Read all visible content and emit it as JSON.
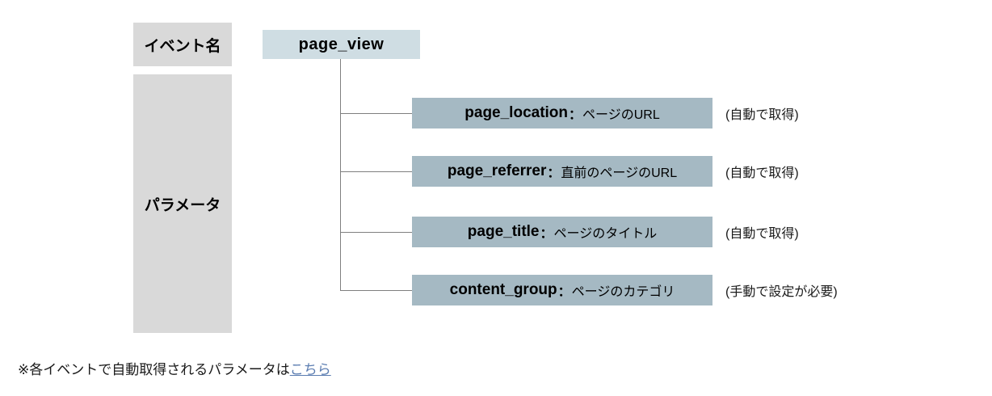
{
  "diagram": {
    "event_label": "イベント名",
    "param_label": "パラメータ",
    "event_name": "page_view",
    "parameters": [
      {
        "name": "page_location",
        "separator": "：",
        "desc": "ページのURL",
        "note": "(自動で取得)"
      },
      {
        "name": "page_referrer",
        "separator": "：",
        "desc": "直前のページのURL",
        "note": "(自動で取得)"
      },
      {
        "name": "page_title",
        "separator": "：",
        "desc": "ページのタイトル",
        "note": "(自動で取得)"
      },
      {
        "name": "content_group",
        "separator": "：",
        "desc": "ページのカテゴリ",
        "note": "(手動で設定が必要)"
      }
    ]
  },
  "footer": {
    "note_prefix": "※各イベントで自動取得されるパラメータは",
    "link_text": "こちら"
  },
  "colors": {
    "label_box_bg": "#d9d9d9",
    "event_box_bg": "#cfdde3",
    "param_box_bg": "#a5b9c3",
    "connector": "#7f7f7f",
    "link": "#5b7db1"
  }
}
